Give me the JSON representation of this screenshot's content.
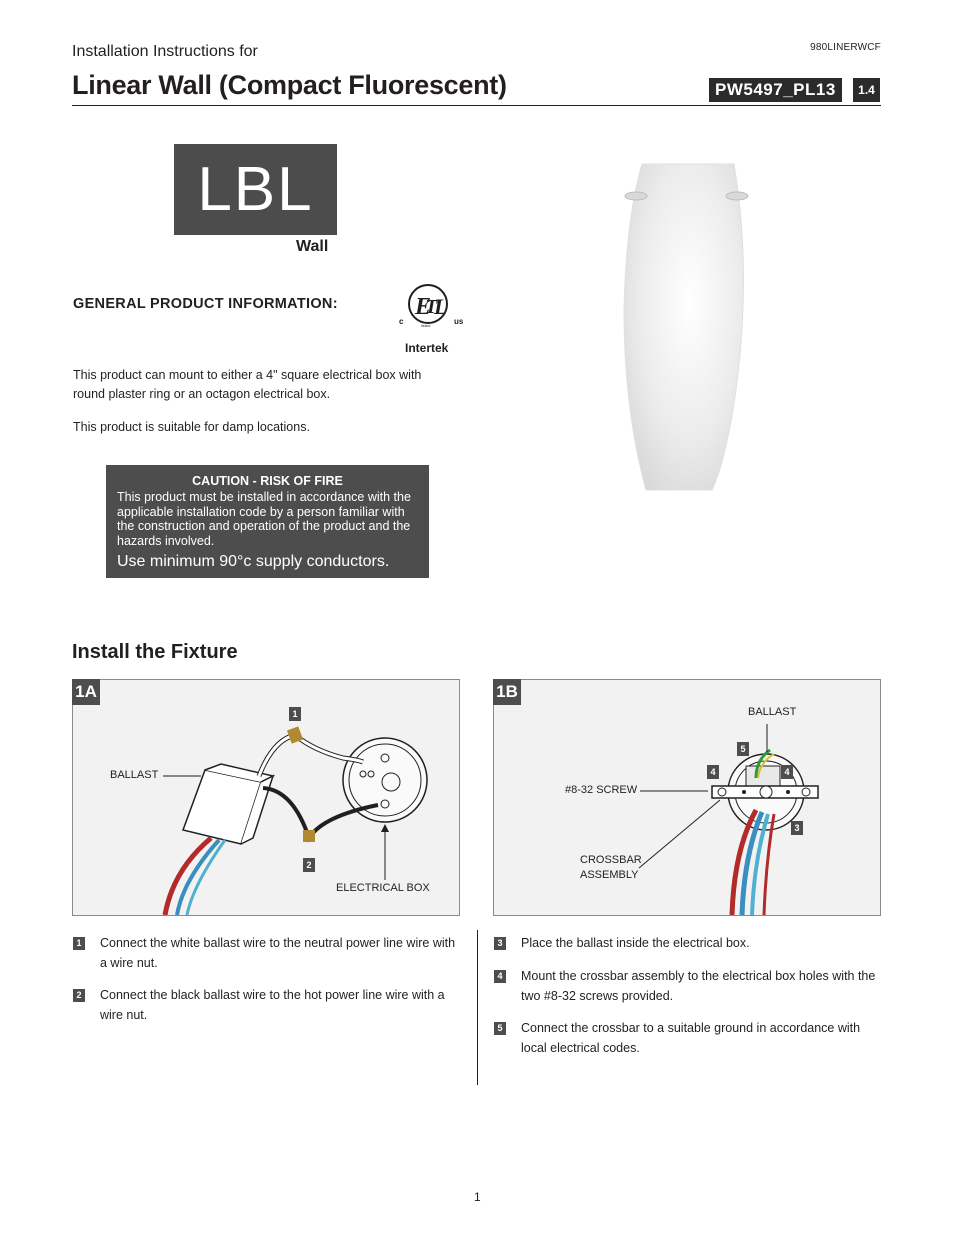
{
  "header": {
    "subtitle": "Installation Instructions for",
    "code": "980LINERWCF",
    "title": "Linear Wall (Compact Fluorescent)",
    "model": "PW5497_PL13",
    "version": "1.4"
  },
  "brand": {
    "logo": "LBL",
    "sub": "Wall"
  },
  "general": {
    "heading": "GENERAL PRODUCT INFORMATION:",
    "cert": {
      "left": "c",
      "right": "us",
      "mark": "listed",
      "name": "Intertek",
      "icon": "etl-listed-mark-icon"
    },
    "paragraphs": [
      "This product can mount to either a 4\" square electrical box with round plaster ring or an octagon electrical box.",
      "This product is suitable for damp locations."
    ]
  },
  "caution": {
    "heading": "CAUTION - RISK OF FIRE",
    "body": "This product must be installed in accordance with the applicable installation code by a person familiar with the construction and operation of the product and the hazards involved.",
    "conductors": "Use minimum 90°c supply conductors."
  },
  "install": {
    "heading": "Install the Fixture",
    "panel_a": {
      "tag": "1A",
      "labels": {
        "ballast": "BALLAST",
        "box": "ELECTRICAL BOX"
      },
      "markers": [
        "1",
        "2"
      ]
    },
    "panel_b": {
      "tag": "1B",
      "labels": {
        "ballast": "BALLAST",
        "screw": "#8-32 SCREW",
        "crossbar_1": "CROSSBAR",
        "crossbar_2": "ASSEMBLY"
      },
      "markers": [
        "5",
        "4",
        "4",
        "3"
      ]
    },
    "steps_a": [
      {
        "num": "1",
        "text": "Connect the white ballast wire to the neutral power line wire with a wire nut."
      },
      {
        "num": "2",
        "text": "Connect the black ballast wire to the hot power line wire with a wire nut."
      }
    ],
    "steps_b": [
      {
        "num": "3",
        "text": "Place the ballast inside the electrical box."
      },
      {
        "num": "4",
        "text": "Mount the crossbar assembly to the electrical box holes with the two #8-32 screws provided."
      },
      {
        "num": "5",
        "text": "Connect the crossbar to a suitable ground in accordance with local electrical codes."
      }
    ]
  },
  "footer": {
    "page": "1"
  }
}
